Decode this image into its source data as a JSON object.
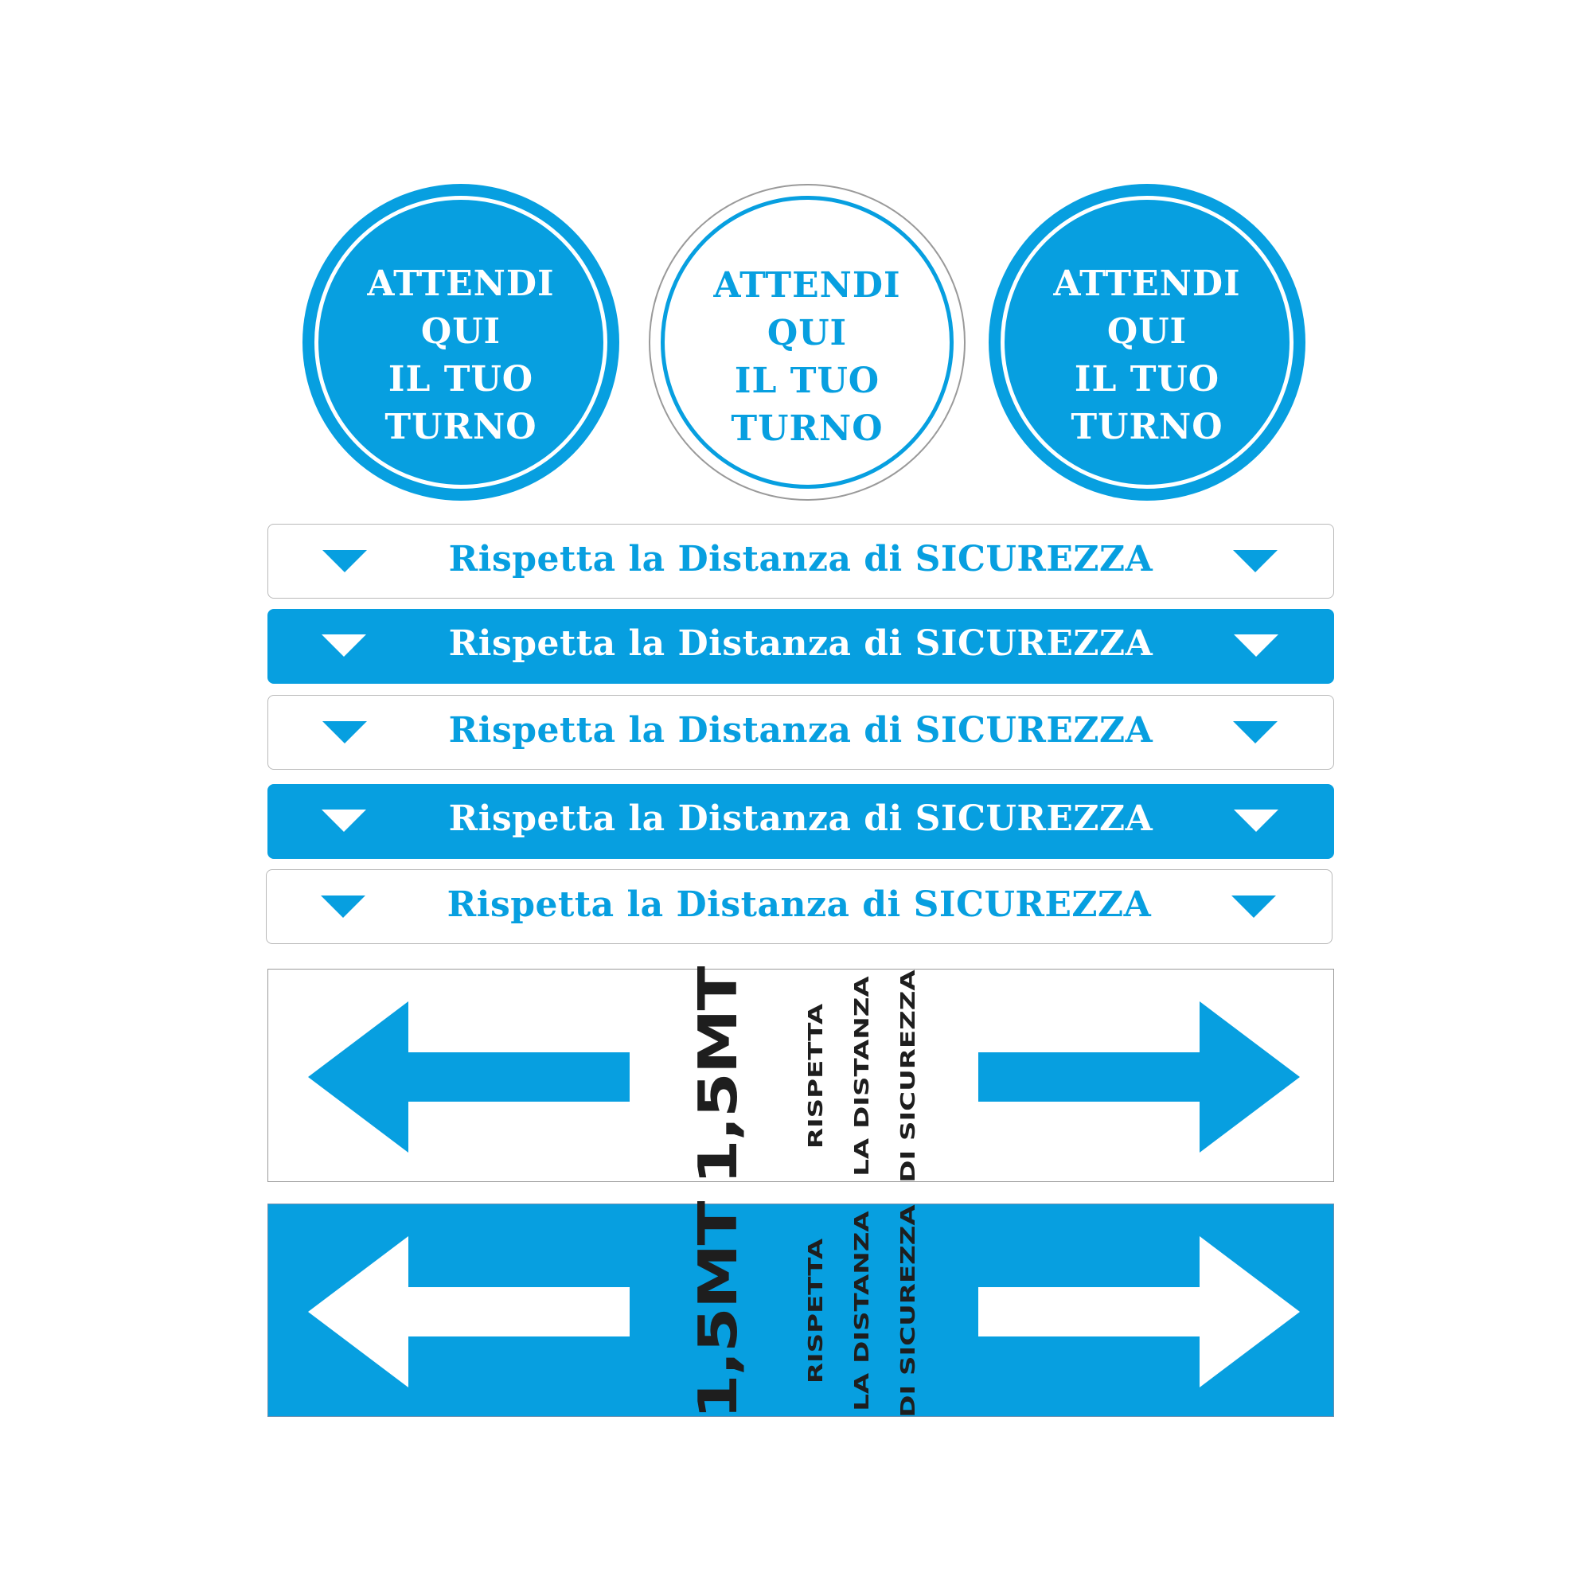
{
  "colors": {
    "blue": "#079fe0",
    "white": "#ffffff",
    "dark_text": "#1e1e1e"
  },
  "circles": [
    {
      "style": "blue",
      "lines": [
        "ATTENDI",
        "QUI",
        "IL TUO",
        "TURNO"
      ]
    },
    {
      "style": "white",
      "lines": [
        "ATTENDI",
        "QUI",
        "IL TUO",
        "TURNO"
      ]
    },
    {
      "style": "blue",
      "lines": [
        "ATTENDI",
        "QUI",
        "IL TUO",
        "TURNO"
      ]
    }
  ],
  "strips": [
    {
      "style": "white",
      "text": "Rispetta la Distanza di SICUREZZA",
      "icon": "triangle-down-icon"
    },
    {
      "style": "blue",
      "text": "Rispetta la Distanza di SICUREZZA",
      "icon": "triangle-down-icon"
    },
    {
      "style": "white",
      "text": "Rispetta la Distanza di SICUREZZA",
      "icon": "triangle-down-icon"
    },
    {
      "style": "blue",
      "text": "Rispetta la Distanza di SICUREZZA",
      "icon": "triangle-down-icon"
    },
    {
      "style": "white",
      "text": "Rispetta la Distanza di SICUREZZA",
      "icon": "triangle-down-icon"
    }
  ],
  "panels": [
    {
      "style": "white",
      "distance": "1,5MT",
      "lines": [
        "RISPETTA",
        "LA DISTANZA",
        "DI SICUREZZA"
      ],
      "icons": [
        "arrow-left-icon",
        "arrow-right-icon"
      ]
    },
    {
      "style": "blue",
      "distance": "1,5MT",
      "lines": [
        "RISPETTA",
        "LA DISTANZA",
        "DI SICUREZZA"
      ],
      "icons": [
        "arrow-left-icon",
        "arrow-right-icon"
      ]
    }
  ]
}
